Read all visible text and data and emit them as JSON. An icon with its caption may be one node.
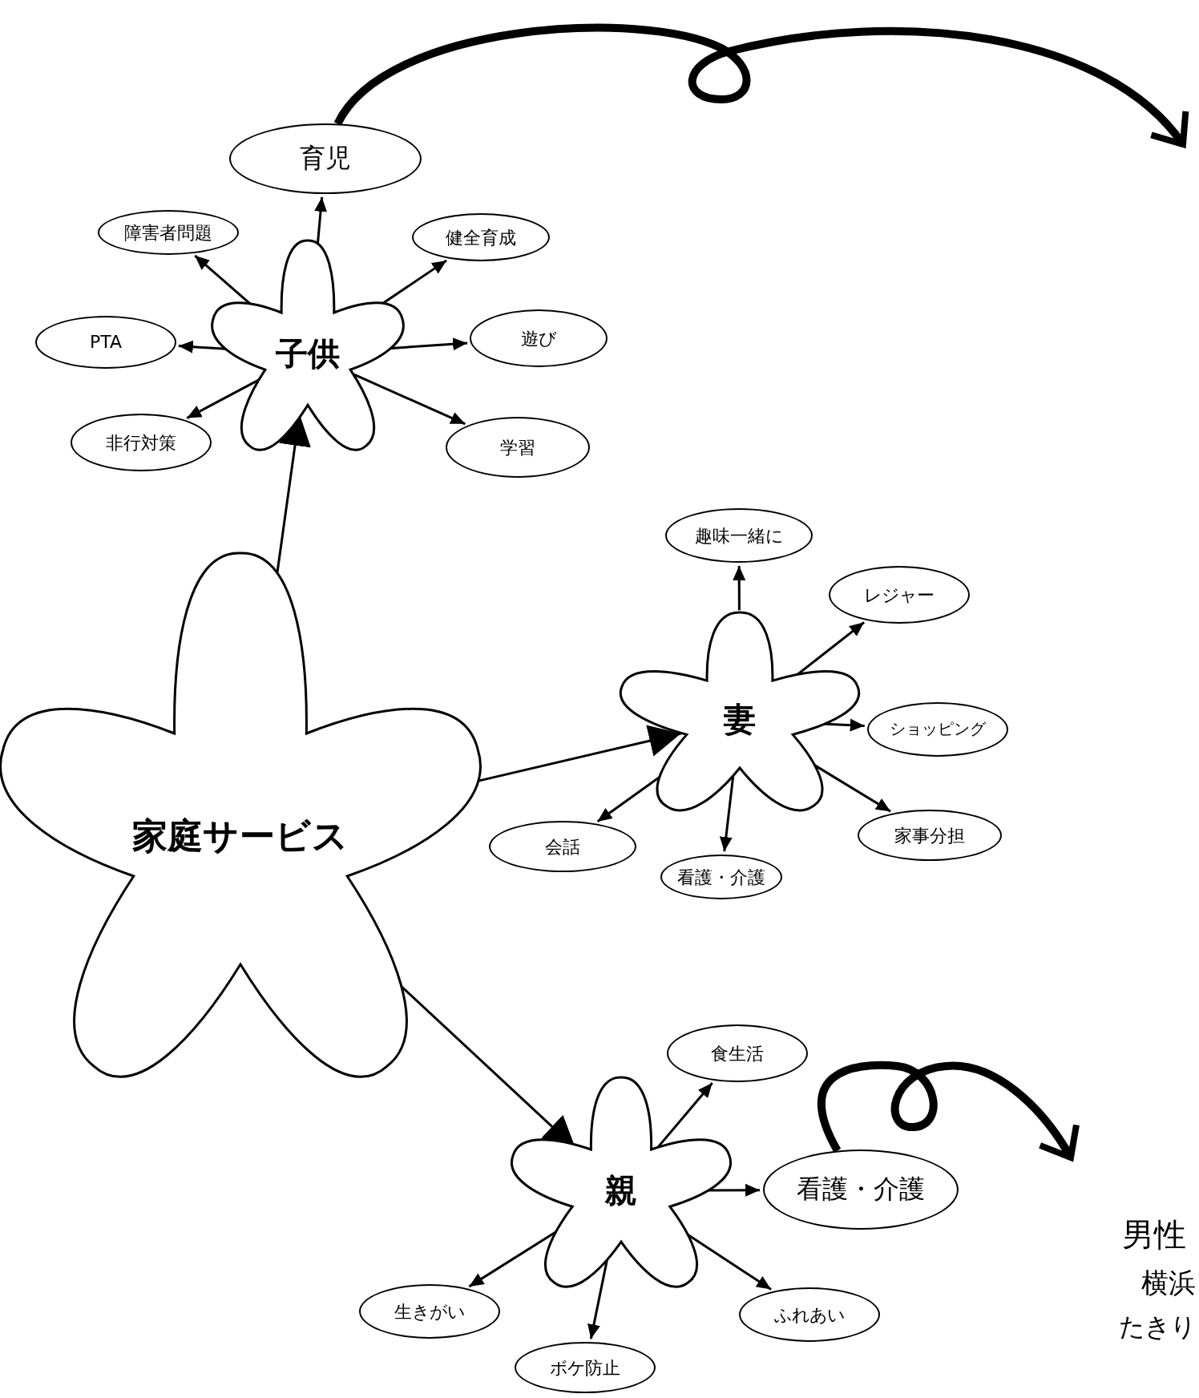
{
  "diagram": {
    "nodes": [
      {
        "text": [
          "家庭サービス"
        ]
      },
      {
        "text": [
          "子供"
        ]
      },
      {
        "text": [
          "育児"
        ]
      },
      {
        "text": [
          "障害者問題"
        ]
      },
      {
        "text": [
          "健全育成"
        ]
      },
      {
        "text": [
          "PTA"
        ]
      },
      {
        "text": [
          "遊び"
        ]
      },
      {
        "text": [
          "非行対策"
        ]
      },
      {
        "text": [
          "学習"
        ]
      },
      {
        "text": [
          "妻"
        ]
      },
      {
        "text": [
          "趣味一緒に"
        ]
      },
      {
        "text": [
          "レジャー"
        ]
      },
      {
        "text": [
          "ショッピング"
        ]
      },
      {
        "text": [
          "会話"
        ]
      },
      {
        "text": [
          "看護・介護"
        ]
      },
      {
        "text": [
          "家事分担"
        ]
      },
      {
        "text": [
          "親"
        ]
      },
      {
        "text": [
          "食生活"
        ]
      },
      {
        "text": [
          "看護・介護"
        ]
      },
      {
        "text": [
          "生きがい"
        ]
      },
      {
        "text": [
          "ボケ防止"
        ]
      },
      {
        "text": [
          "ふれあい"
        ]
      }
    ],
    "edges": [
      {
        "from": 0,
        "to": 1,
        "arrow": "to"
      },
      {
        "from": 0,
        "to": 9,
        "arrow": "to"
      },
      {
        "from": 0,
        "to": 16,
        "arrow": "to"
      },
      {
        "from": 1,
        "to": 2,
        "arrow": "to"
      },
      {
        "from": 1,
        "to": 3,
        "arrow": "to"
      },
      {
        "from": 1,
        "to": 4,
        "arrow": "to"
      },
      {
        "from": 1,
        "to": 5,
        "arrow": "to"
      },
      {
        "from": 1,
        "to": 6,
        "arrow": "to"
      },
      {
        "from": 1,
        "to": 7,
        "arrow": "to"
      },
      {
        "from": 1,
        "to": 8,
        "arrow": "to"
      },
      {
        "from": 2,
        "to": null,
        "arrow": "to",
        "style": "thick"
      },
      {
        "from": 9,
        "to": 10,
        "arrow": "to"
      },
      {
        "from": 9,
        "to": 11,
        "arrow": "to"
      },
      {
        "from": 9,
        "to": 12,
        "arrow": "to"
      },
      {
        "from": 9,
        "to": 13,
        "arrow": "to"
      },
      {
        "from": 9,
        "to": 14,
        "arrow": "to"
      },
      {
        "from": 9,
        "to": 15,
        "arrow": "to"
      },
      {
        "from": 16,
        "to": 17,
        "arrow": "to"
      },
      {
        "from": 16,
        "to": 18,
        "arrow": "to"
      },
      {
        "from": 16,
        "to": 19,
        "arrow": "to"
      },
      {
        "from": 16,
        "to": 20,
        "arrow": "to"
      },
      {
        "from": 16,
        "to": 21,
        "arrow": "to"
      },
      {
        "from": 18,
        "to": null,
        "arrow": "to",
        "style": "thick"
      }
    ],
    "labels": [
      "男性",
      "横浜",
      "たきり"
    ]
  }
}
